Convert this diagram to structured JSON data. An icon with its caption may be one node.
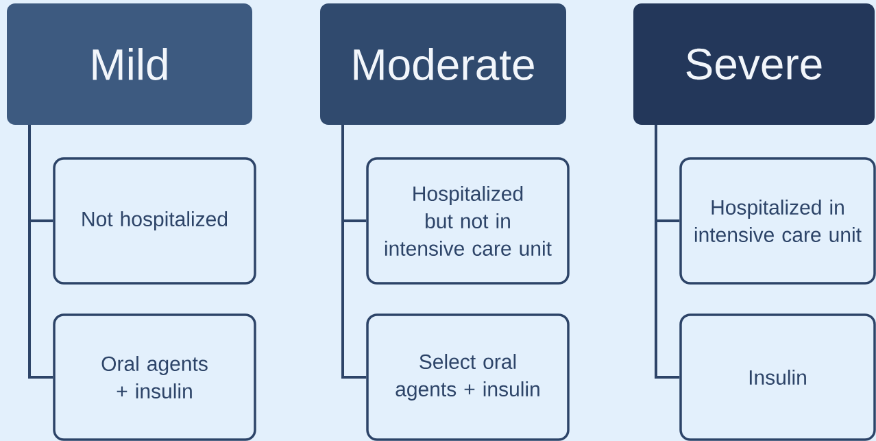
{
  "diagram": {
    "nodes": [
      {
        "text": [
          "Mild"
        ]
      },
      {
        "text": [
          "Not hospitalized"
        ]
      },
      {
        "text": [
          "Oral agents + insulin"
        ]
      },
      {
        "text": [
          "Moderate"
        ]
      },
      {
        "text": [
          "Hospitalized but not in intensive care unit"
        ]
      },
      {
        "text": [
          "Select oral agents + insulin"
        ]
      },
      {
        "text": [
          "Severe"
        ]
      },
      {
        "text": [
          "Hospitalized in intensive care unit"
        ]
      },
      {
        "text": [
          "Insulin"
        ]
      }
    ],
    "edges": [
      {
        "from": 0,
        "to": 1,
        "arrow": "none"
      },
      {
        "from": 0,
        "to": 2,
        "arrow": "none"
      },
      {
        "from": 3,
        "to": 4,
        "arrow": "none"
      },
      {
        "from": 3,
        "to": 5,
        "arrow": "none"
      },
      {
        "from": 6,
        "to": 7,
        "arrow": "none"
      },
      {
        "from": 6,
        "to": 8,
        "arrow": "none"
      }
    ]
  }
}
